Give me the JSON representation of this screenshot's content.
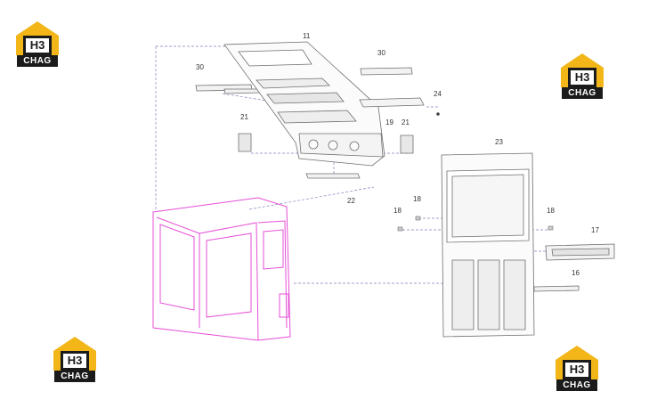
{
  "logo": {
    "mark_text": "H3",
    "word": "CHAG",
    "colors": {
      "gold": "#f2b619",
      "dark": "#1b1b1b"
    }
  },
  "colors": {
    "cab_magenta": "#e64fd6",
    "line_gray": "#6f6f6f",
    "dash_blue": "#8080c0",
    "panel_fill": "#fbfbfb"
  },
  "callouts": {
    "c11": "11",
    "c30a": "30",
    "c30b": "30",
    "c24": "24",
    "c19": "19",
    "c21a": "21",
    "c21b": "21",
    "c22": "22",
    "c23": "23",
    "c18a": "18",
    "c18b": "18",
    "c18c": "18",
    "c17": "17",
    "c16": "16"
  }
}
